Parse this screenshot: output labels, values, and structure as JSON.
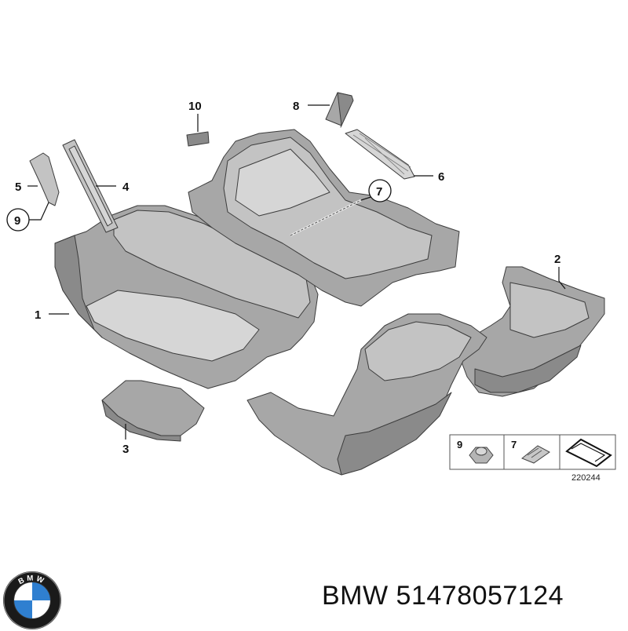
{
  "diagram": {
    "callouts": {
      "c1": "1",
      "c2": "2",
      "c3": "3",
      "c4": "4",
      "c5": "5",
      "c6": "6",
      "c7": "7",
      "c8": "8",
      "c9": "9",
      "c10": "10"
    },
    "legend": {
      "cell_nut": "9",
      "cell_clip": "7",
      "diagram_code": "220244"
    }
  },
  "footer": {
    "brand_logo_text": "BMW",
    "caption": "BMW 51478057124"
  },
  "colors": {
    "background": "#ffffff",
    "part_grey": "#a7a7a7",
    "outline": "#3c3c3c",
    "logo_blue": "#2f7fd0",
    "logo_ring": "#1a1a1a"
  }
}
